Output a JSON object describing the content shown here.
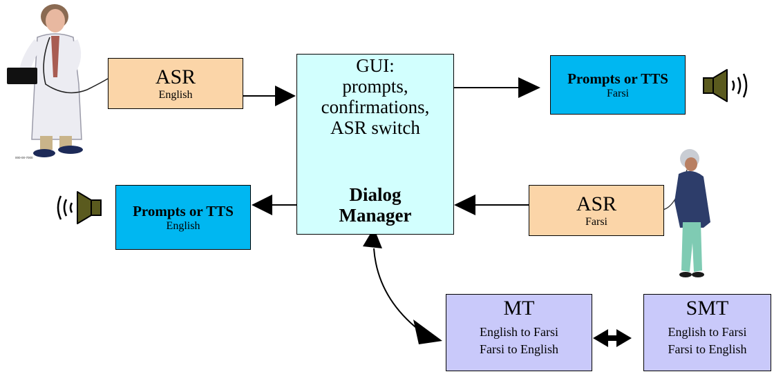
{
  "asr_english": {
    "title": "ASR",
    "lang": "English"
  },
  "asr_farsi": {
    "title": "ASR",
    "lang": "Farsi"
  },
  "tts_farsi": {
    "title": "Prompts or TTS",
    "lang": "Farsi"
  },
  "tts_english": {
    "title": "Prompts or TTS",
    "lang": "English"
  },
  "dialog_manager": {
    "gui_lines": [
      "GUI:",
      "prompts,",
      "confirmations,",
      "ASR switch"
    ],
    "title_lines": [
      "Dialog",
      "Manager"
    ]
  },
  "mt": {
    "title": "MT",
    "lines": [
      "English to Farsi",
      "Farsi to English"
    ]
  },
  "smt": {
    "title": "SMT",
    "lines": [
      "English to Farsi",
      "Farsi to English"
    ]
  },
  "doctor_badge": "000-00-7000",
  "colors": {
    "asr": "#fbd5a8",
    "tts": "#00b7f1",
    "dialog_manager": "#d2fffe",
    "mt": "#c9c9fa",
    "speaker": "#5a5a1e"
  },
  "icons": [
    "doctor-figure",
    "patient-figure",
    "speaker-right-icon",
    "speaker-left-icon"
  ]
}
